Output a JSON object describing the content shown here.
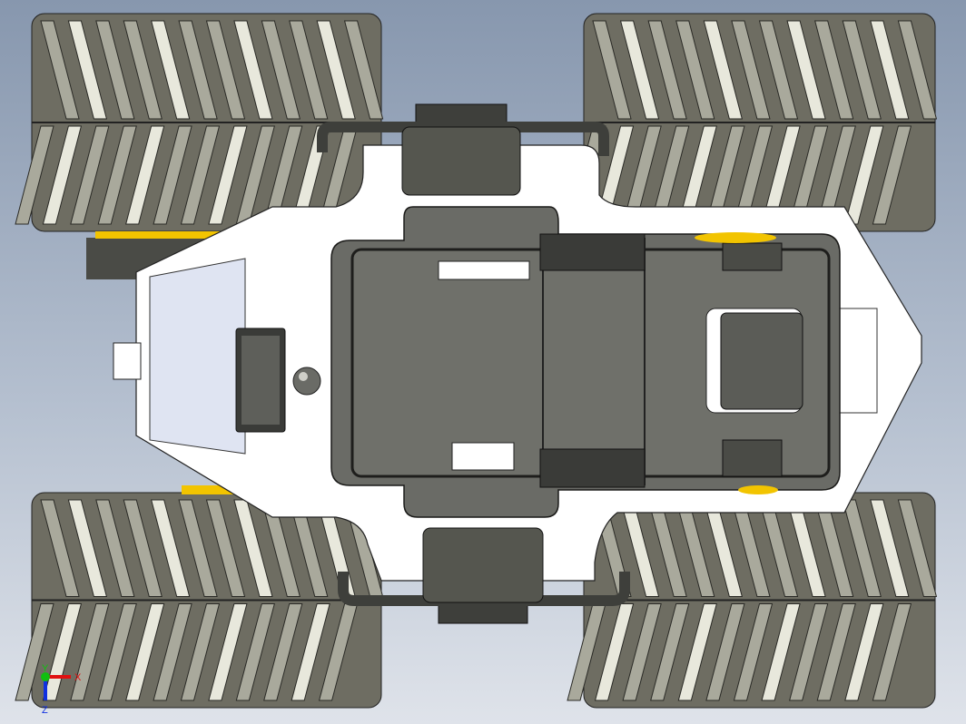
{
  "viewport": {
    "view": "top",
    "background_top": "#8797ae",
    "background_bottom": "#dfe3ea"
  },
  "model": {
    "wheel_count": 4,
    "colors": {
      "tire": "#6e6d62",
      "tire_highlight": "#e8e8dc",
      "chassis": "#ffffff",
      "tray": "#6a6b66",
      "tray_edge": "#3a3b38",
      "accent_yellow": "#f2c400"
    }
  },
  "triad": {
    "x_label": "X",
    "y_label": "Y",
    "z_label": "Z",
    "x_color": "#e01010",
    "y_color": "#10c010",
    "z_color": "#1030e0"
  }
}
